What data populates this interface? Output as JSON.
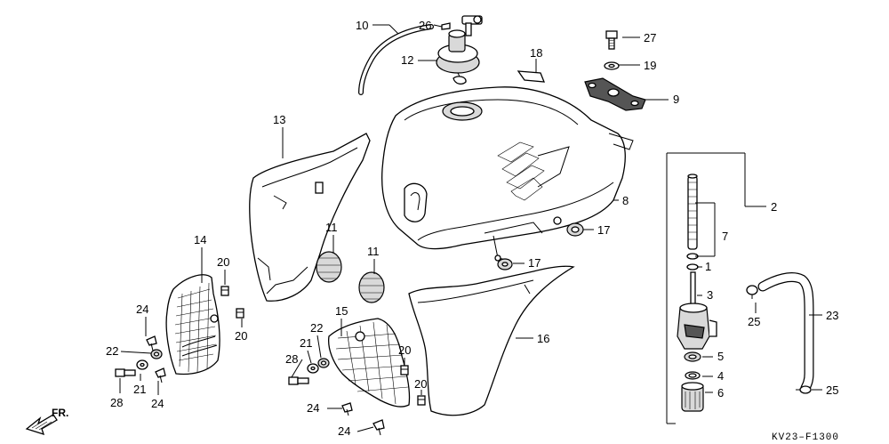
{
  "diagram": {
    "code": "KV23–F1300",
    "front_arrow_label": "FR.",
    "callouts": {
      "n1": "1",
      "n2": "2",
      "n3": "3",
      "n4": "4",
      "n5": "5",
      "n6": "6",
      "n7": "7",
      "n8": "8",
      "n9": "9",
      "n10": "10",
      "n11a": "11",
      "n11b": "11",
      "n12": "12",
      "n13": "13",
      "n14": "14",
      "n15": "15",
      "n16": "16",
      "n17a": "17",
      "n17b": "17",
      "n18": "18",
      "n19": "19",
      "n20a": "20",
      "n20b": "20",
      "n20c": "20",
      "n20d": "20",
      "n21a": "21",
      "n21b": "21",
      "n22a": "22",
      "n22b": "22",
      "n23": "23",
      "n24a": "24",
      "n24b": "24",
      "n24c": "24",
      "n24d": "24",
      "n25a": "25",
      "n25b": "25",
      "n26": "26",
      "n27": "27",
      "n28a": "28",
      "n28b": "28"
    }
  }
}
